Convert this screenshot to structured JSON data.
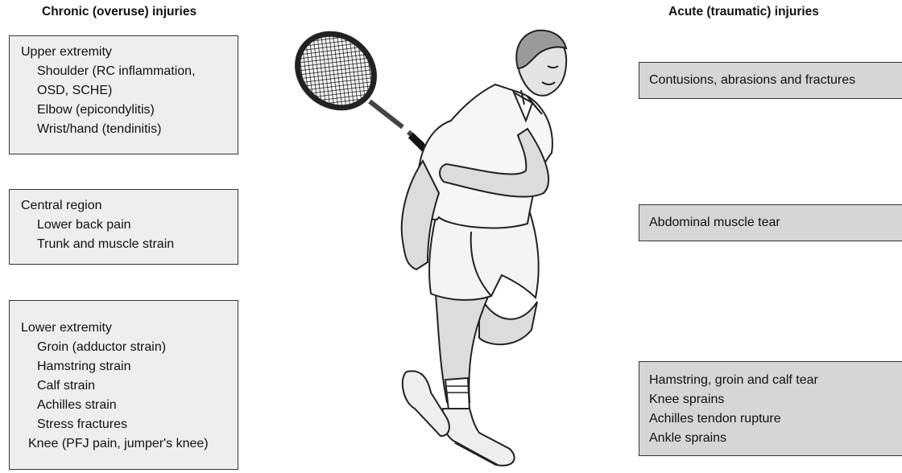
{
  "chronic": {
    "heading": "Chronic (overuse) injuries",
    "upper": {
      "title": "Upper extremity",
      "items": [
        "Shoulder (RC inflammation,",
        "OSD, SCHE)",
        "Elbow (epicondylitis)",
        "Wrist/hand (tendinitis)"
      ]
    },
    "central": {
      "title": "Central region",
      "items": [
        "Lower back pain",
        "Trunk and muscle strain"
      ]
    },
    "lower": {
      "title": "Lower extremity",
      "items": [
        "Groin (adductor strain)",
        "Hamstring strain",
        "Calf strain",
        "Achilles strain",
        "Stress fractures"
      ],
      "last": "Knee (PFJ pain, jumper's knee)"
    }
  },
  "acute": {
    "heading": "Acute (traumatic) injuries",
    "upper": {
      "items": [
        "Contusions, abrasions and fractures"
      ]
    },
    "central": {
      "items": [
        "Abdominal muscle tear"
      ]
    },
    "lower": {
      "items": [
        "Hamstring, groin and calf tear",
        "Knee sprains",
        "Achilles tendon rupture",
        "Ankle sprains"
      ]
    }
  },
  "colors": {
    "left_box": "#eeeeee",
    "right_box": "#d6d6d6",
    "skin": "#dcdcdc",
    "line": "#222222"
  }
}
